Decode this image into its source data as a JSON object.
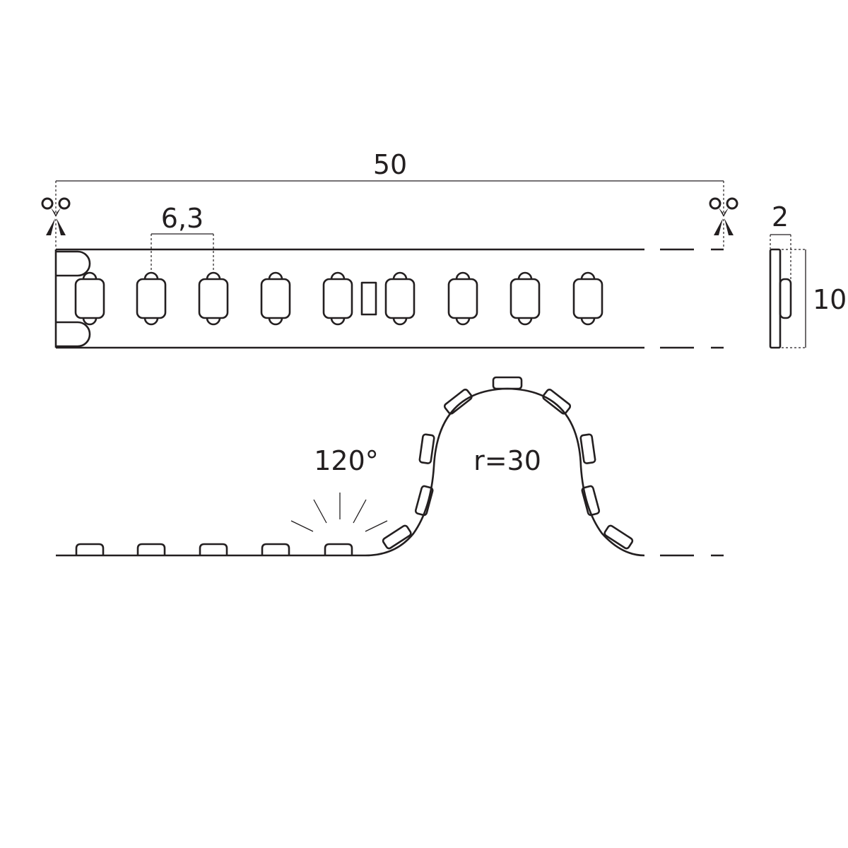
{
  "diagram": {
    "length_label": "50",
    "pitch_label": "6,3",
    "thickness_label": "2",
    "width_label": "10",
    "beam_angle_label": "120°",
    "bend_radius_label": "r=30",
    "icons": [
      "scissors-icon",
      "scissors-icon"
    ],
    "colors": {
      "line": "#231f20",
      "background": "#ffffff"
    }
  }
}
